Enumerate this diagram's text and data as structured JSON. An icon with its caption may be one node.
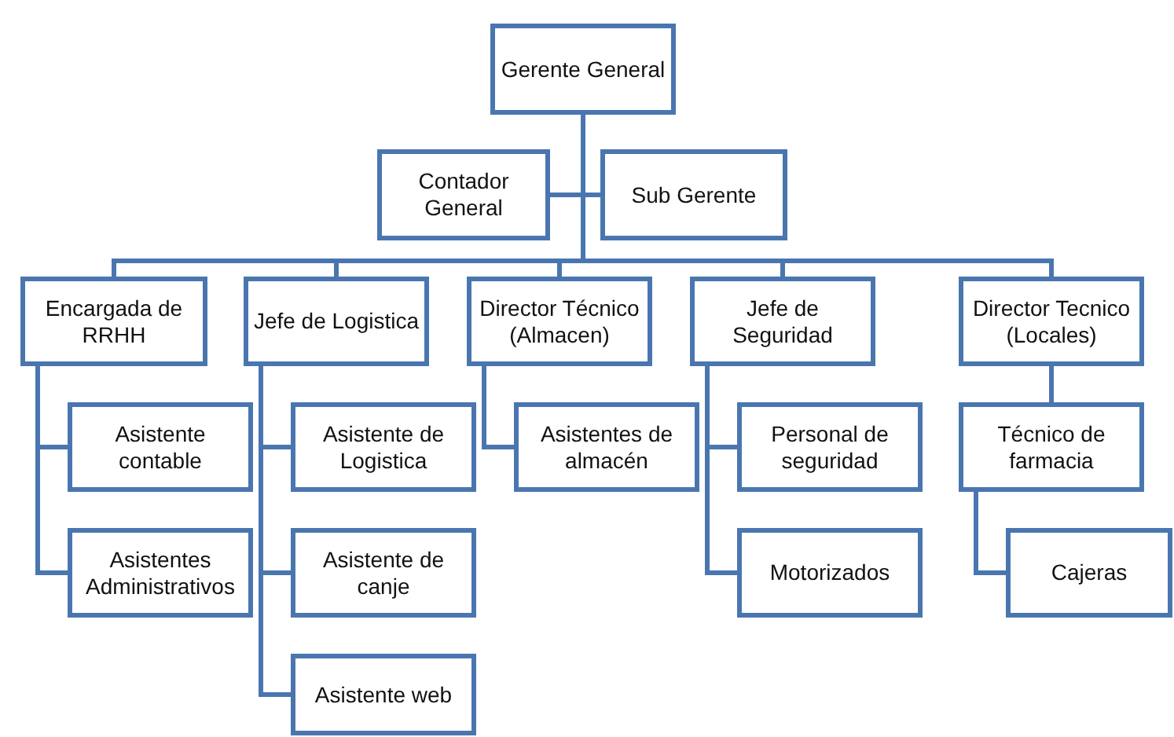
{
  "diagram": {
    "nodes": [
      {
        "text": [
          "Gerente General"
        ]
      },
      {
        "text": [
          "Contador General"
        ]
      },
      {
        "text": [
          "Sub Gerente"
        ]
      },
      {
        "text": [
          "Encargada de RRHH"
        ]
      },
      {
        "text": [
          "Jefe de Logistica"
        ]
      },
      {
        "text": [
          "Director Técnico (Almacen)"
        ]
      },
      {
        "text": [
          "Jefe de Seguridad"
        ]
      },
      {
        "text": [
          "Director Tecnico (Locales)"
        ]
      },
      {
        "text": [
          "Asistente contable"
        ]
      },
      {
        "text": [
          "Asistentes Administrativos"
        ]
      },
      {
        "text": [
          "Asistente de Logistica"
        ]
      },
      {
        "text": [
          "Asistente de canje"
        ]
      },
      {
        "text": [
          "Asistente web"
        ]
      },
      {
        "text": [
          "Asistentes de almacén"
        ]
      },
      {
        "text": [
          "Personal de seguridad"
        ]
      },
      {
        "text": [
          "Motorizados"
        ]
      },
      {
        "text": [
          "Técnico de farmacia"
        ]
      },
      {
        "text": [
          "Cajeras"
        ]
      }
    ],
    "edges": [
      {
        "from": 0,
        "to": 1,
        "arrow": "none"
      },
      {
        "from": 0,
        "to": 2,
        "arrow": "none"
      },
      {
        "from": 0,
        "to": 3,
        "arrow": "none"
      },
      {
        "from": 0,
        "to": 4,
        "arrow": "none"
      },
      {
        "from": 0,
        "to": 5,
        "arrow": "none"
      },
      {
        "from": 0,
        "to": 6,
        "arrow": "none"
      },
      {
        "from": 0,
        "to": 7,
        "arrow": "none"
      },
      {
        "from": 3,
        "to": 8,
        "arrow": "none"
      },
      {
        "from": 3,
        "to": 9,
        "arrow": "none"
      },
      {
        "from": 4,
        "to": 10,
        "arrow": "none"
      },
      {
        "from": 4,
        "to": 11,
        "arrow": "none"
      },
      {
        "from": 4,
        "to": 12,
        "arrow": "none"
      },
      {
        "from": 5,
        "to": 13,
        "arrow": "none"
      },
      {
        "from": 6,
        "to": 14,
        "arrow": "none"
      },
      {
        "from": 6,
        "to": 15,
        "arrow": "none"
      },
      {
        "from": 7,
        "to": 16,
        "arrow": "none"
      },
      {
        "from": 16,
        "to": 17,
        "arrow": "none"
      }
    ]
  }
}
